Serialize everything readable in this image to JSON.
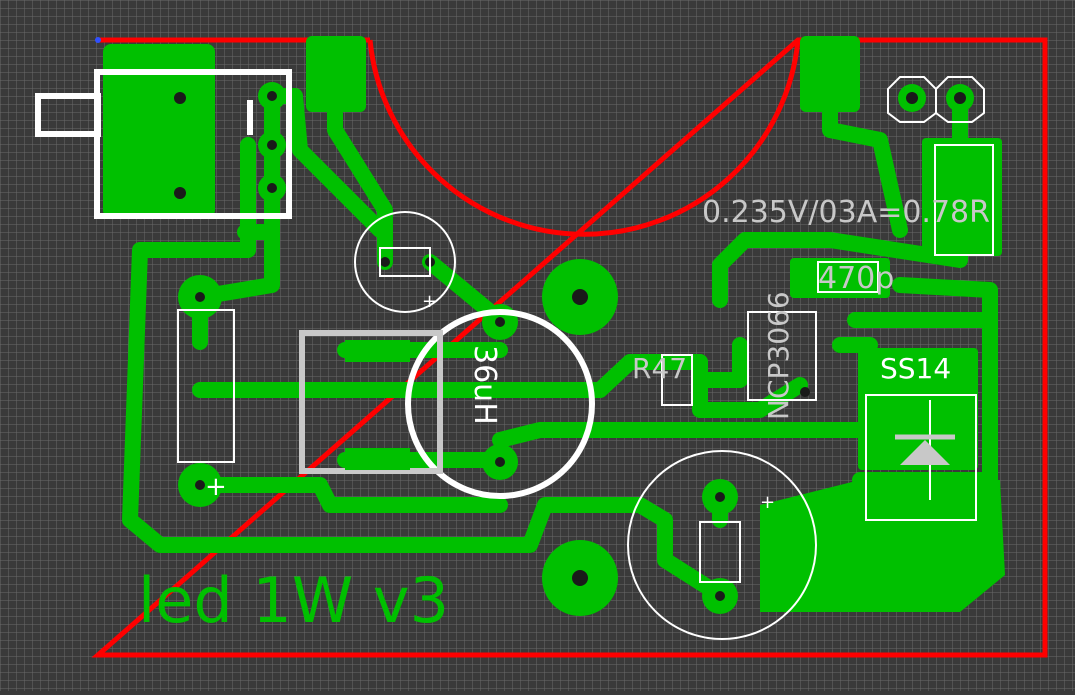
{
  "board": {
    "label_value_text": "0.235V/03A=0.78R",
    "cap_value_text": "470p",
    "resistor_text": "R47",
    "ic_text": "NCP3066",
    "diode_text": "SS14",
    "inductor_text": "36uH",
    "title_text": "led 1W v3",
    "plus_symbol": "+"
  },
  "colors": {
    "copper": "#00c000",
    "outline": "#ff0000",
    "silk": "#ffffff",
    "silk_gray": "#c8c8c8",
    "background": "#3a3a3a",
    "grid": "#5a5a5a"
  }
}
